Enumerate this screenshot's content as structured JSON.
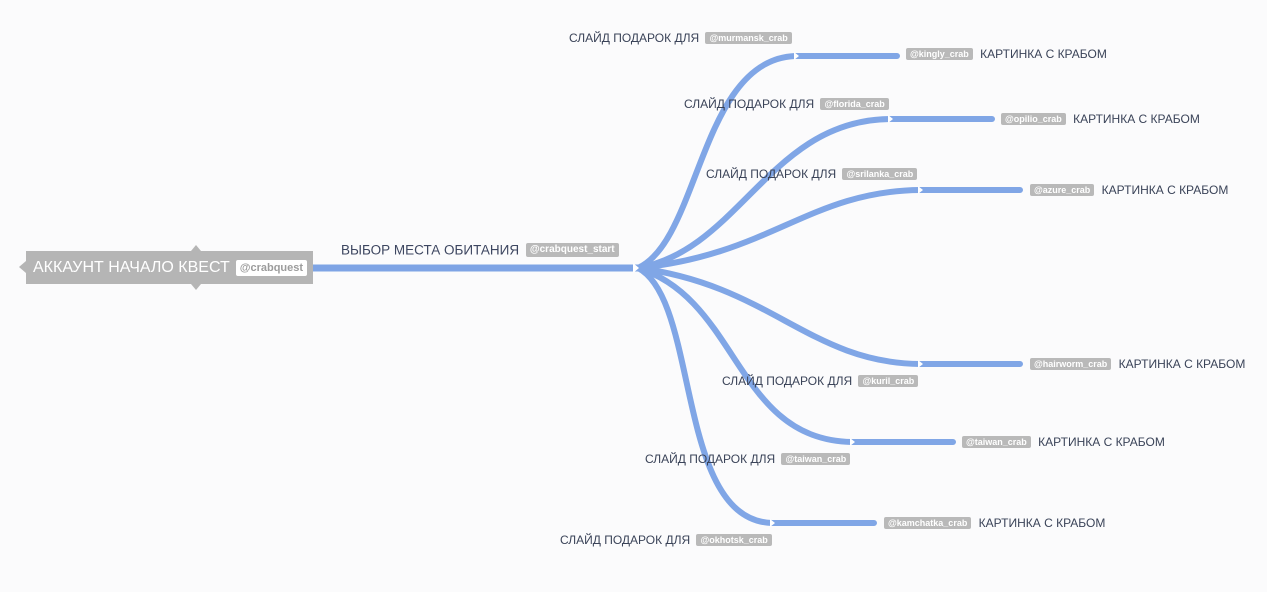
{
  "root": {
    "title": "АККАУНТ НАЧАЛО КВЕСТ",
    "tag": "@crabquest"
  },
  "hub": {
    "title": "ВЫБОР МЕСТА ОБИТАНИЯ",
    "tag": "@crabquest_start"
  },
  "branches": [
    {
      "prefix": "СЛАЙД ПОДАРОК ДЛЯ",
      "branch_tag": "@murmansk_crab",
      "leaf_tag": "@kingly_crab",
      "leaf_text": "КАРТИНКА С КРАБОМ"
    },
    {
      "prefix": "СЛАЙД ПОДАРОК ДЛЯ",
      "branch_tag": "@florida_crab",
      "leaf_tag": "@opilio_crab",
      "leaf_text": "КАРТИНКА С КРАБОМ"
    },
    {
      "prefix": "СЛАЙД ПОДАРОК ДЛЯ",
      "branch_tag": "@srilanka_crab",
      "leaf_tag": "@azure_crab",
      "leaf_text": "КАРТИНКА С КРАБОМ"
    },
    {
      "prefix": "СЛАЙД ПОДАРОК ДЛЯ",
      "branch_tag": "@kuril_crab",
      "leaf_tag": "@hairworm_crab",
      "leaf_text": "КАРТИНКА С КРАБОМ"
    },
    {
      "prefix": "СЛАЙД ПОДАРОК ДЛЯ",
      "branch_tag": "@taiwan_crab",
      "leaf_tag": "@taiwan_crab",
      "leaf_text": "КАРТИНКА С КРАБОМ"
    },
    {
      "prefix": "СЛАЙД ПОДАРОК ДЛЯ",
      "branch_tag": "@okhotsk_crab",
      "leaf_tag": "@kamchatka_crab",
      "leaf_text": "КАРТИНКА С КРАБОМ"
    }
  ],
  "colors": {
    "edge": "#80a6e6",
    "root_fill": "#b5b5b5",
    "tag_fill": "#b9b9b9",
    "text": "#3a4358"
  }
}
